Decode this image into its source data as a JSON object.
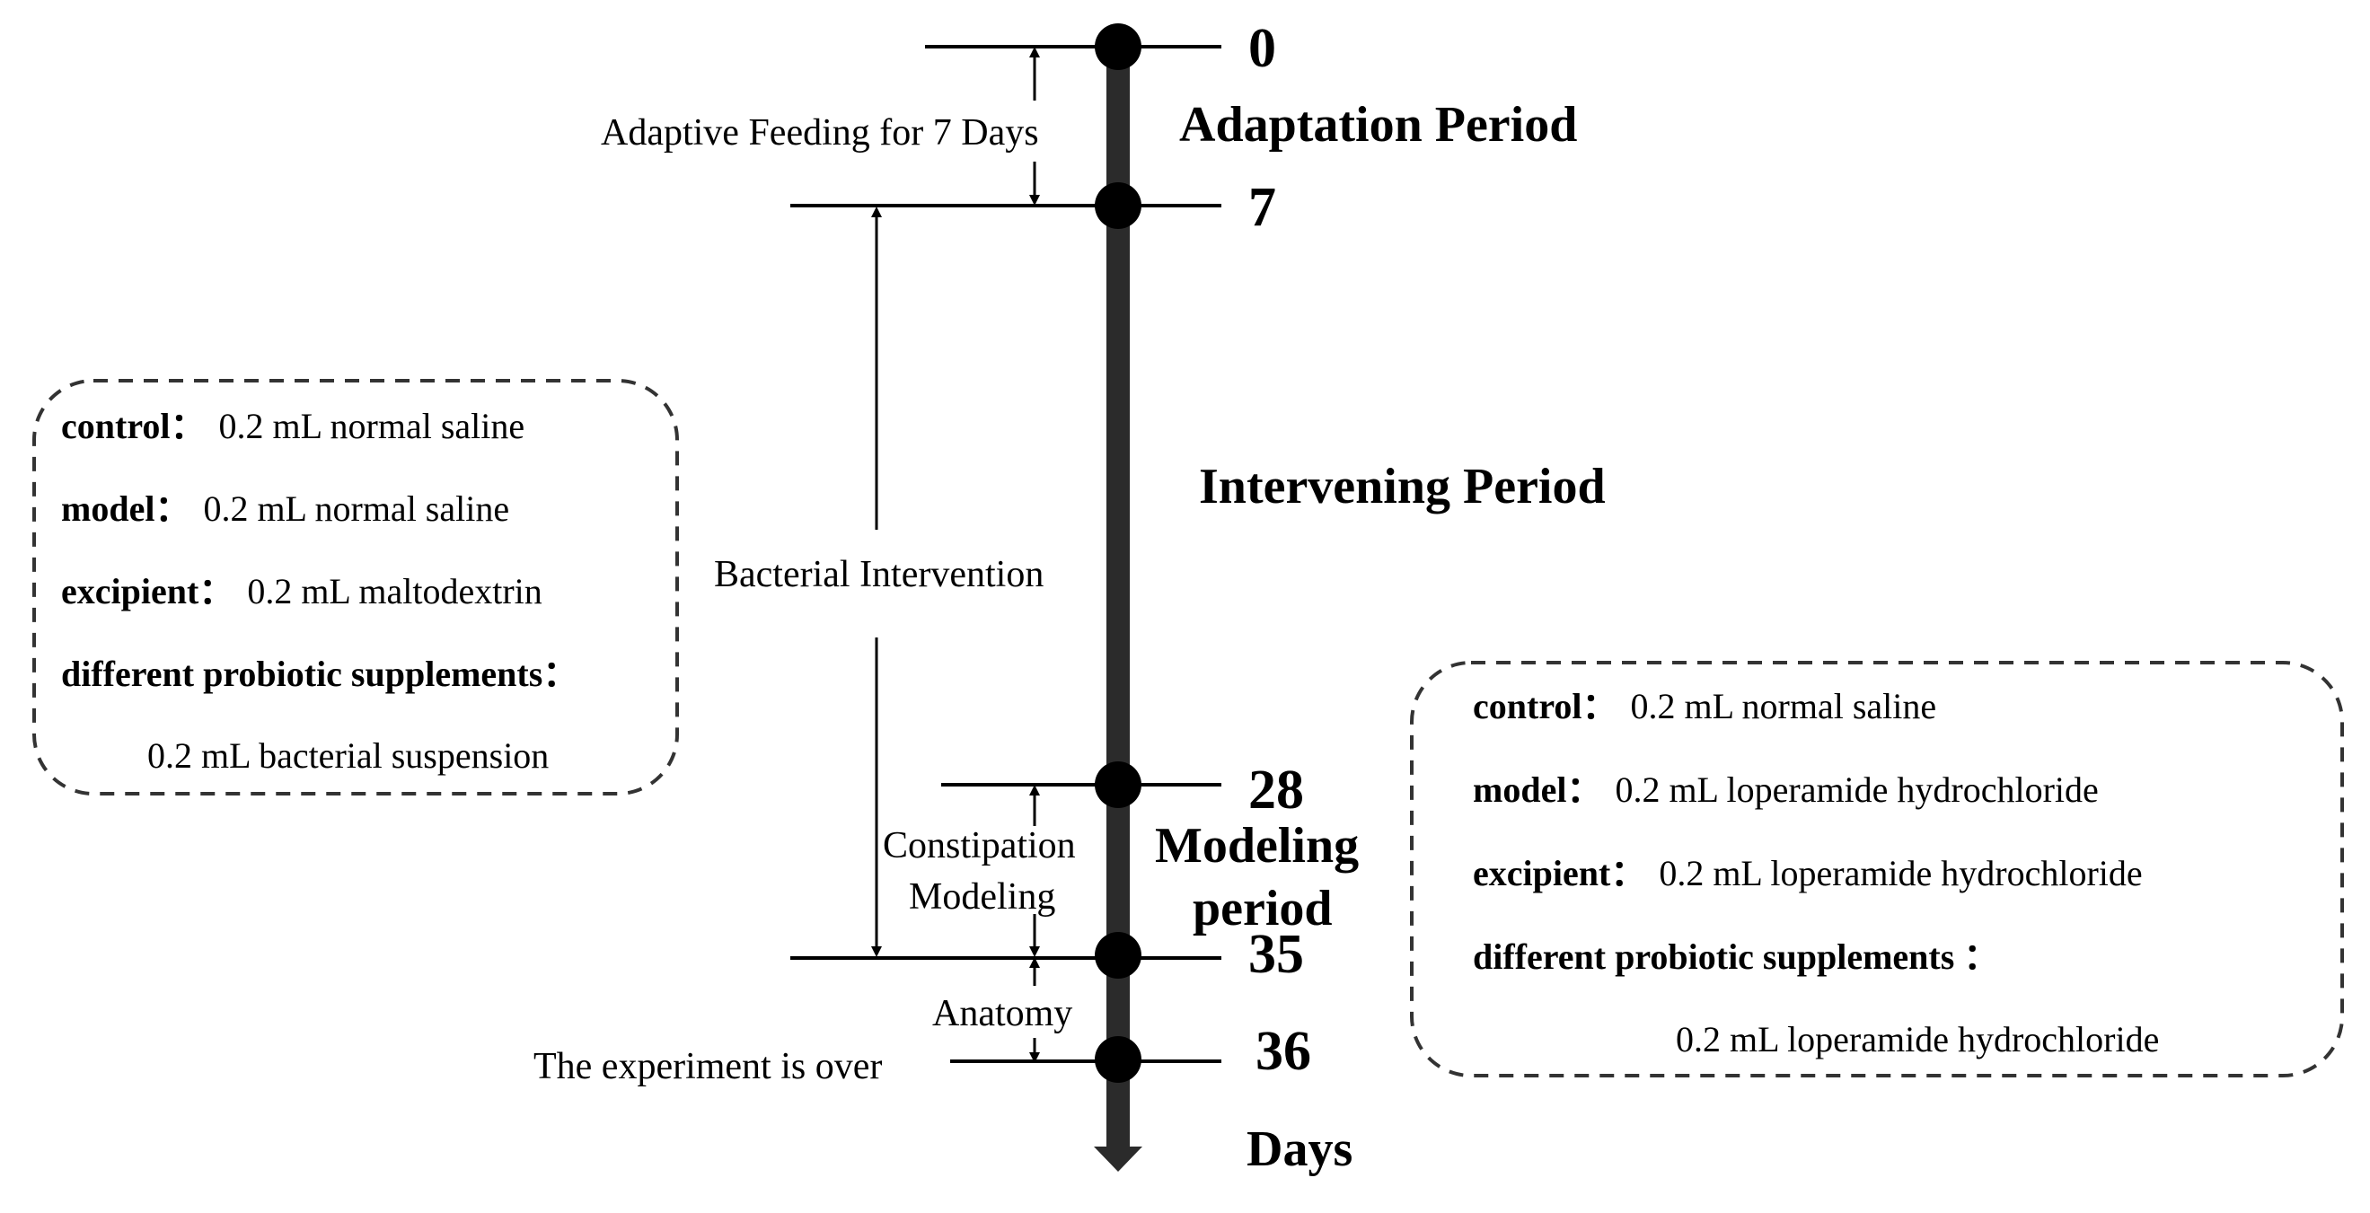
{
  "timeline": {
    "ticks": [
      "0",
      "7",
      "28",
      "35",
      "36"
    ],
    "axis_label": "Days"
  },
  "periods": {
    "adaptation": "Adaptation Period",
    "intervening": "Intervening Period",
    "modeling_line1": "Modeling",
    "modeling_line2": "period"
  },
  "annotations": {
    "adaptive_feeding": "Adaptive Feeding for 7 Days",
    "bacterial_intervention": "Bacterial Intervention",
    "constipation_line1": "Constipation",
    "constipation_line2": "Modeling",
    "anatomy": "Anatomy",
    "experiment_over": "The experiment is over"
  },
  "left_box": {
    "rows": [
      {
        "label": "control：",
        "value": "0.2 mL normal saline"
      },
      {
        "label": "model：",
        "value": "0.2 mL normal saline"
      },
      {
        "label": "excipient：",
        "value": "0.2 mL maltodextrin"
      },
      {
        "label": "different probiotic supplements：",
        "value": ""
      }
    ],
    "continuation": "0.2 mL bacterial suspension"
  },
  "right_box": {
    "rows": [
      {
        "label": "control：",
        "value": "0.2 mL normal saline"
      },
      {
        "label": "model：",
        "value": "0.2 mL loperamide hydrochloride"
      },
      {
        "label": "excipient：",
        "value": "0.2 mL loperamide hydrochloride"
      },
      {
        "label": "different probiotic supplements ：",
        "value": ""
      }
    ],
    "continuation": "0.2 mL loperamide hydrochloride"
  }
}
